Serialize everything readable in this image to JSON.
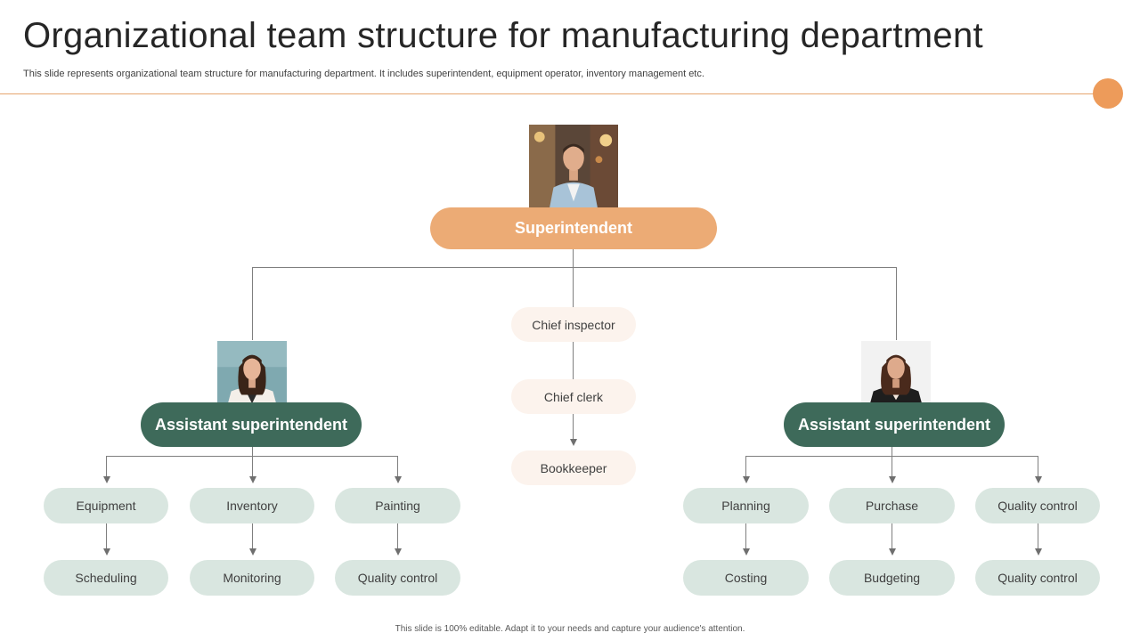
{
  "header": {
    "title": "Organizational team structure for manufacturing department",
    "subtitle": "This slide represents organizational team structure for manufacturing department. It includes superintendent, equipment operator, inventory management etc."
  },
  "org": {
    "top": {
      "label": "Superintendent"
    },
    "center": {
      "chief_inspector": "Chief inspector",
      "chief_clerk": "Chief clerk",
      "bookkeeper": "Bookkeeper"
    },
    "left": {
      "label": "Assistant superintendent",
      "departments": [
        {
          "label": "Equipment",
          "child": "Scheduling"
        },
        {
          "label": "Inventory",
          "child": "Monitoring"
        },
        {
          "label": "Painting",
          "child": "Quality control"
        }
      ]
    },
    "right": {
      "label": "Assistant superintendent",
      "departments": [
        {
          "label": "Planning",
          "child": "Costing"
        },
        {
          "label": "Purchase",
          "child": "Budgeting"
        },
        {
          "label": "Quality control",
          "child": "Quality control"
        }
      ]
    }
  },
  "footer": {
    "text": "This slide is 100% editable. Adapt it to your needs and capture your audience's attention."
  },
  "colors": {
    "accent_orange": "#ECAB75",
    "dark_green": "#3E6A5A",
    "mint": "#D9E6E0",
    "cream": "#FCF3ED",
    "accent_dot": "#ED9B5A"
  }
}
